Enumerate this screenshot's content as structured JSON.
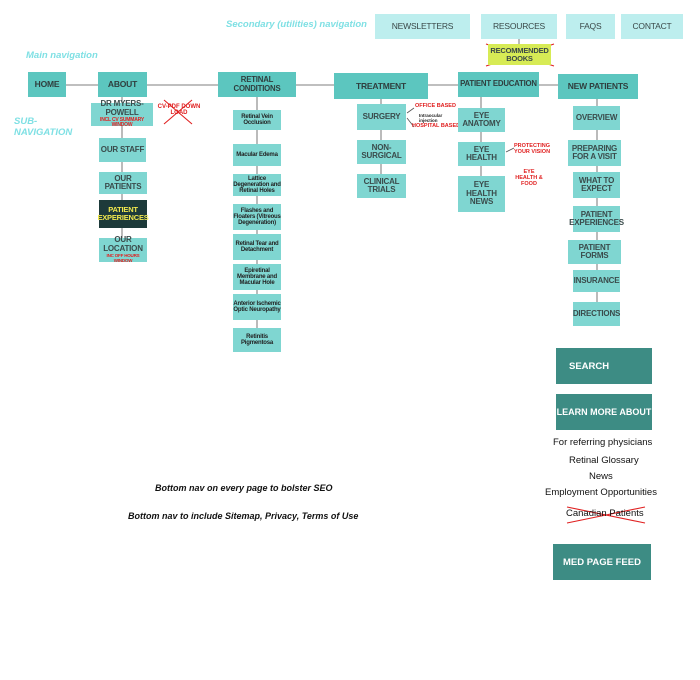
{
  "labels": {
    "secondary": "Secondary (utilities) navigation",
    "main": "Main navigation",
    "sub": "SUB-\nNAVIGATION"
  },
  "utility_nav": [
    "NEWSLETTERS",
    "RESOURCES",
    "FAQS",
    "CONTACT"
  ],
  "recommended_books": "RECOMMENDED BOOKS",
  "main_nav": [
    "HOME",
    "ABOUT",
    "RETINAL CONDITIONS",
    "TREATMENT",
    "PATIENT EDUCATION",
    "NEW PATIENTS"
  ],
  "about_sub": {
    "dr": "DR MYERS-POWELL",
    "dr_note": "INCL CV SUMMARY WINDOW",
    "cv_note": "CV-PDF DOWN LOAD",
    "staff": "OUR STAFF",
    "patients": "OUR PATIENTS",
    "experiences": "PATIENT EXPERIENCES",
    "location": "OUR LOCATION",
    "location_note": "INC OFF HOURS WINDOW"
  },
  "retinal_sub": [
    "Retinal Vein Occlusion",
    "Macular Edema",
    "Lattice Degeneration and Retinal Holes",
    "Flashes and Floaters (Vitreous Degeneration)",
    "Retinal Tear and Detachment",
    "Epiretinal Membrane and Macular Hole",
    "Anterior Ischemic Optic Neuropathy",
    "Retinitis Pigmentosa"
  ],
  "treatment_sub": {
    "surgery": "SURGERY",
    "office": "OFFICE BASED",
    "intravitreal": "Intraocular injection",
    "hospital": "HOSPITAL BASED",
    "non_surgical": "NON-SURGICAL",
    "trials": "CLINICAL TRIALS"
  },
  "education_sub": {
    "anatomy": "EYE ANATOMY",
    "health": "EYE HEALTH",
    "protecting": "PROTECTING YOUR VISION",
    "food": "EYE HEALTH & FOOD",
    "news": "EYE HEALTH NEWS"
  },
  "new_patients_sub": [
    "OVERVIEW",
    "PREPARING FOR A VISIT",
    "WHAT TO EXPECT",
    "PATIENT EXPERIENCES",
    "PATIENT FORMS",
    "INSURANCE",
    "DIRECTIONS"
  ],
  "search": "SEARCH",
  "learn_more": "LEARN MORE ABOUT",
  "learn_links": [
    "For referring physicians",
    "Retinal Glossary",
    "News",
    "Employment Opportunities",
    "Canadian Patients"
  ],
  "med_feed": "MED PAGE FEED",
  "notes": {
    "bottom1": "Bottom nav on every page to bolster SEO",
    "bottom2": "Bottom nav to include Sitemap, Privacy, Terms of Use"
  },
  "colors": {
    "main": "#5cc6bf",
    "sub": "#7fd6d1",
    "util": "#bdeeee",
    "dark": "#3d8c84",
    "annotation": "#e02020",
    "label": "#7fe0e4"
  }
}
